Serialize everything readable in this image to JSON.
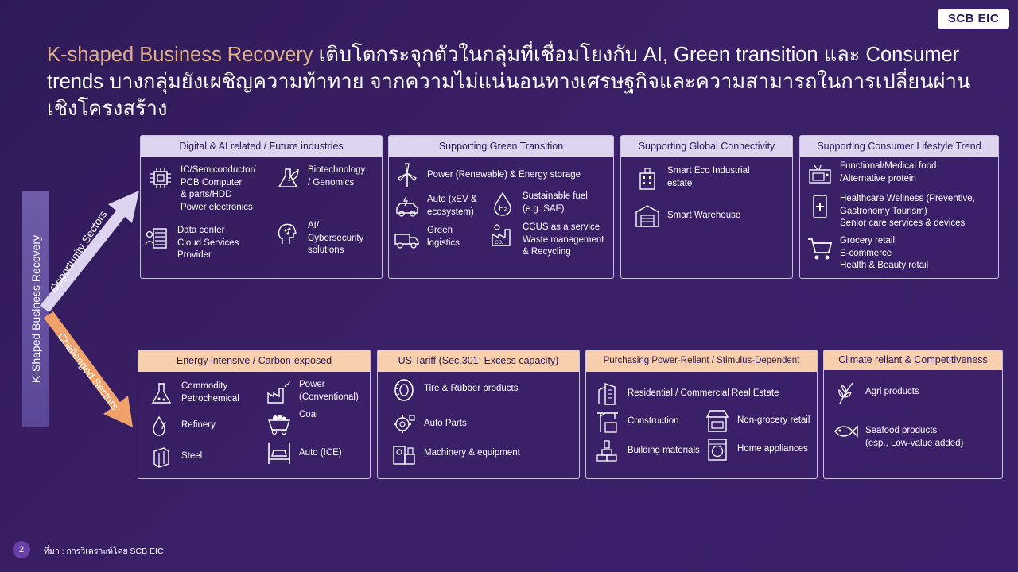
{
  "logo": "SCB EIC",
  "title": {
    "highlight": "K-shaped Business Recovery",
    "rest": " เติบโตกระจุกตัวในกลุ่มที่เชื่อมโยงกับ AI, Green transition และ Consumer trends บางกลุ่มยังเผชิญความท้าทาย จากความไม่แน่นอนทางเศรษฐกิจและความสามารถในการเปลี่ยนผ่านเชิงโครงสร้าง"
  },
  "side_label": "K-Shaped Business Recovery",
  "arrow_up_label": "Opportunity Sectors",
  "arrow_down_label": "Challenged Sectors",
  "colors": {
    "background": "#341d5f",
    "title_highlight": "#e0b089",
    "opportunity_header": "#ddd4ef",
    "challenged_header": "#f7cfac",
    "up_arrow": "#ddd4ef",
    "down_arrow": "#f0a26a"
  },
  "opportunity": [
    {
      "header": "Digital & AI related / Future industries",
      "items": [
        {
          "icon": "chip-icon",
          "text": "IC/Semiconductor/\nPCB Computer\n& parts/HDD\nPower electronics"
        },
        {
          "icon": "biotech-leaf-icon",
          "text": "Biotechnology\n/ Genomics"
        },
        {
          "icon": "data-center-icon",
          "text": "Data center\nCloud Services\nProvider"
        },
        {
          "icon": "ai-head-icon",
          "text": "AI/\nCybersecurity\nsolutions"
        }
      ]
    },
    {
      "header": "Supporting Green Transition",
      "items": [
        {
          "icon": "wind-turbine-icon",
          "text": "Power (Renewable) & Energy storage"
        },
        {
          "icon": "ev-car-icon",
          "text": "Auto (xEV &\necosystem)"
        },
        {
          "icon": "h2-drop-icon",
          "text": "Sustainable fuel\n(e.g. SAF)"
        },
        {
          "icon": "delivery-truck-icon",
          "text": "Green\nlogistics"
        },
        {
          "icon": "ccus-factory-icon",
          "text": "CCUS as a service\nWaste management\n& Recycling"
        }
      ]
    },
    {
      "header": "Supporting Global Connectivity",
      "items": [
        {
          "icon": "industrial-estate-icon",
          "text": "Smart Eco Industrial\nestate"
        },
        {
          "icon": "warehouse-icon",
          "text": "Smart Warehouse"
        }
      ]
    },
    {
      "header": "Supporting Consumer Lifestyle Trend",
      "items": [
        {
          "icon": "food-icon",
          "text": "Functional/Medical food\n/Alternative protein"
        },
        {
          "icon": "health-phone-icon",
          "text": "Healthcare Wellness (Preventive,\nGastronomy Tourism)\nSenior care services & devices"
        },
        {
          "icon": "shopping-cart-icon",
          "text": "Grocery retail\nE-commerce\nHealth & Beauty retail"
        }
      ]
    }
  ],
  "challenged": [
    {
      "header": "Energy intensive / Carbon-exposed",
      "items": [
        {
          "icon": "flask-icon",
          "text": "Commodity\nPetrochemical"
        },
        {
          "icon": "power-plant-icon",
          "text": "Power\n(Conventional)"
        },
        {
          "icon": "oil-drop-icon",
          "text": "Refinery"
        },
        {
          "icon": "coal-cart-icon",
          "text": "Coal"
        },
        {
          "icon": "steel-beam-icon",
          "text": "Steel"
        },
        {
          "icon": "car-lift-icon",
          "text": "Auto (ICE)"
        }
      ]
    },
    {
      "header": "US Tariff (Sec.301: Excess capacity)",
      "items": [
        {
          "icon": "tire-icon",
          "text": "Tire & Rubber products"
        },
        {
          "icon": "gear-icon",
          "text": "Auto Parts"
        },
        {
          "icon": "machinery-icon",
          "text": "Machinery & equipment"
        }
      ]
    },
    {
      "header": "Purchasing Power-Reliant / Stimulus-Dependent",
      "items": [
        {
          "icon": "buildings-icon",
          "text": "Residential / Commercial Real Estate"
        },
        {
          "icon": "crane-icon",
          "text": "Construction"
        },
        {
          "icon": "store-icon",
          "text": "Non-grocery retail"
        },
        {
          "icon": "bricks-icon",
          "text": "Building materials"
        },
        {
          "icon": "washing-machine-icon",
          "text": "Home appliances"
        }
      ]
    },
    {
      "header": "Climate reliant & Competitiveness",
      "items": [
        {
          "icon": "wheat-icon",
          "text": "Agri products"
        },
        {
          "icon": "fish-icon",
          "text": "Seafood products\n(esp., Low-value added)"
        }
      ]
    }
  ],
  "footer": {
    "page_number": "2",
    "source": "ที่มา : การวิเคราะห์โดย SCB EIC"
  }
}
